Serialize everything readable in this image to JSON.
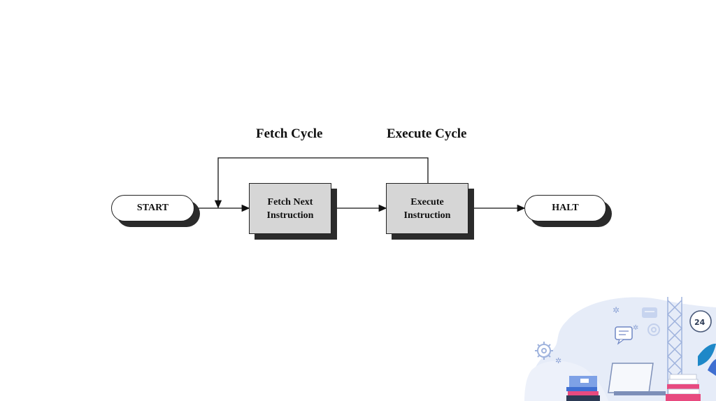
{
  "diagram": {
    "headings": {
      "fetch_cycle": "Fetch Cycle",
      "execute_cycle": "Execute Cycle"
    },
    "nodes": {
      "start": "START",
      "fetch_line1": "Fetch Next",
      "fetch_line2": "Instruction",
      "execute_line1": "Execute",
      "execute_line2": "Instruction",
      "halt": "HALT"
    }
  },
  "decoration": {
    "badge_text": "24",
    "colors": {
      "accent_blue": "#3f6fd1",
      "light_blue": "#dfe7f7",
      "pink": "#e84a7f",
      "teal": "#1e88c8"
    },
    "icons": [
      "gear-icon",
      "chat-icon",
      "support-24-icon",
      "book-stack-icon",
      "laptop-icon"
    ]
  }
}
